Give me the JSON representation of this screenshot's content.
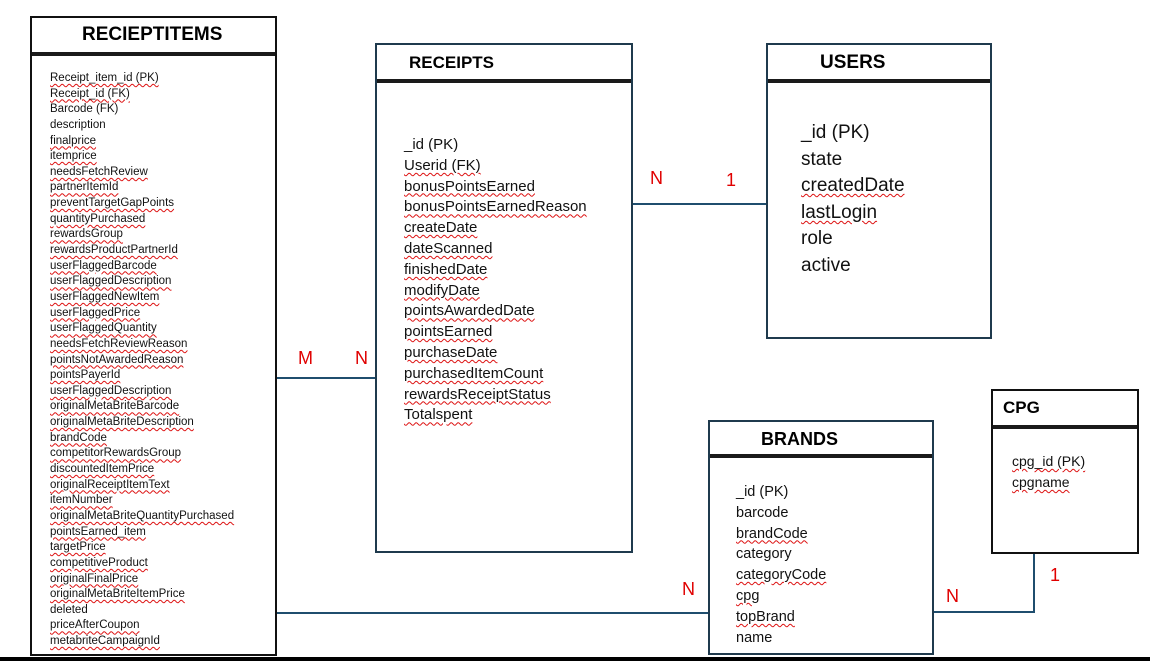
{
  "entities": {
    "receipt_items": {
      "title": "RECIEPTITEMS",
      "fields": [
        {
          "text": "Receipt_item_id (PK)"
        },
        {
          "text": "Receipt_id (FK)"
        },
        {
          "text": "Barcode (FK)"
        },
        {
          "text": "description"
        },
        {
          "text": "finalprice"
        },
        {
          "text": "itemprice"
        },
        {
          "text": "needsFetchReview"
        },
        {
          "text": "partnerItemId"
        },
        {
          "text": "preventTargetGapPoints"
        },
        {
          "text": "quantityPurchased"
        },
        {
          "text": "rewardsGroup"
        },
        {
          "text": "rewardsProductPartnerId"
        },
        {
          "text": "userFlaggedBarcode"
        },
        {
          "text": "userFlaggedDescription"
        },
        {
          "text": "userFlaggedNewItem"
        },
        {
          "text": "userFlaggedPrice"
        },
        {
          "text": "userFlaggedQuantity"
        },
        {
          "text": "needsFetchReviewReason"
        },
        {
          "text": "pointsNotAwardedReason"
        },
        {
          "text": "pointsPayerId"
        },
        {
          "text": "userFlaggedDescription"
        },
        {
          "text": "originalMetaBriteBarcode"
        },
        {
          "text": "originalMetaBriteDescription"
        },
        {
          "text": "brandCode"
        },
        {
          "text": "competitorRewardsGroup"
        },
        {
          "text": "discountedItemPrice"
        },
        {
          "text": "originalReceiptItemText"
        },
        {
          "text": " itemNumber"
        },
        {
          "text": "originalMetaBriteQuantityPurchased"
        },
        {
          "text": "pointsEarned_item"
        },
        {
          "text": "targetPrice"
        },
        {
          "text": "competitiveProduct"
        },
        {
          "text": "originalFinalPrice"
        },
        {
          "text": " originalMetaBriteItemPrice"
        },
        {
          "text": " deleted"
        },
        {
          "text": " priceAfterCoupon"
        },
        {
          "text": " metabriteCampaignId"
        }
      ]
    },
    "receipts": {
      "title": "RECEIPTS",
      "fields": [
        {
          "text": "_id (PK)"
        },
        {
          "text": "Userid (FK)"
        },
        {
          "text": "bonusPointsEarned"
        },
        {
          "text": "bonusPointsEarnedReason"
        },
        {
          "text": "createDate"
        },
        {
          "text": "dateScanned"
        },
        {
          "text": "finishedDate"
        },
        {
          "text": "modifyDate"
        },
        {
          "text": "pointsAwardedDate"
        },
        {
          "text": "pointsEarned"
        },
        {
          "text": "purchaseDate"
        },
        {
          "text": "purchasedItemCount"
        },
        {
          "text": "rewardsReceiptStatus"
        },
        {
          "text": "Totalspent"
        }
      ]
    },
    "users": {
      "title": "USERS",
      "fields": [
        {
          "text": "_id (PK)"
        },
        {
          "text": "state"
        },
        {
          "text": "createdDate"
        },
        {
          "text": "lastLogin"
        },
        {
          "text": "role"
        },
        {
          "text": "active"
        }
      ]
    },
    "cpg": {
      "title": "CPG",
      "fields": [
        {
          "text": "cpg_id (PK)"
        },
        {
          "text": "cpgname"
        }
      ]
    },
    "brands": {
      "title": "BRANDS",
      "fields": [
        {
          "text": "_id (PK)"
        },
        {
          "text": "barcode"
        },
        {
          "text": "brandCode"
        },
        {
          "text": "category"
        },
        {
          "text": "categoryCode"
        },
        {
          "text": "cpg"
        },
        {
          "text": "topBrand"
        },
        {
          "text": "name"
        }
      ]
    }
  },
  "relationships": {
    "receipts_users": {
      "left": "N",
      "right": "1"
    },
    "items_receipts": {
      "left": "M",
      "right": "N"
    },
    "items_brands": {
      "right": "N"
    },
    "brands_cpg": {
      "left": "N",
      "right": "1"
    }
  },
  "colors": {
    "cardinality": "#e00000",
    "connector": "#1f4e6e",
    "spellcheck_underline": "#d11111"
  }
}
